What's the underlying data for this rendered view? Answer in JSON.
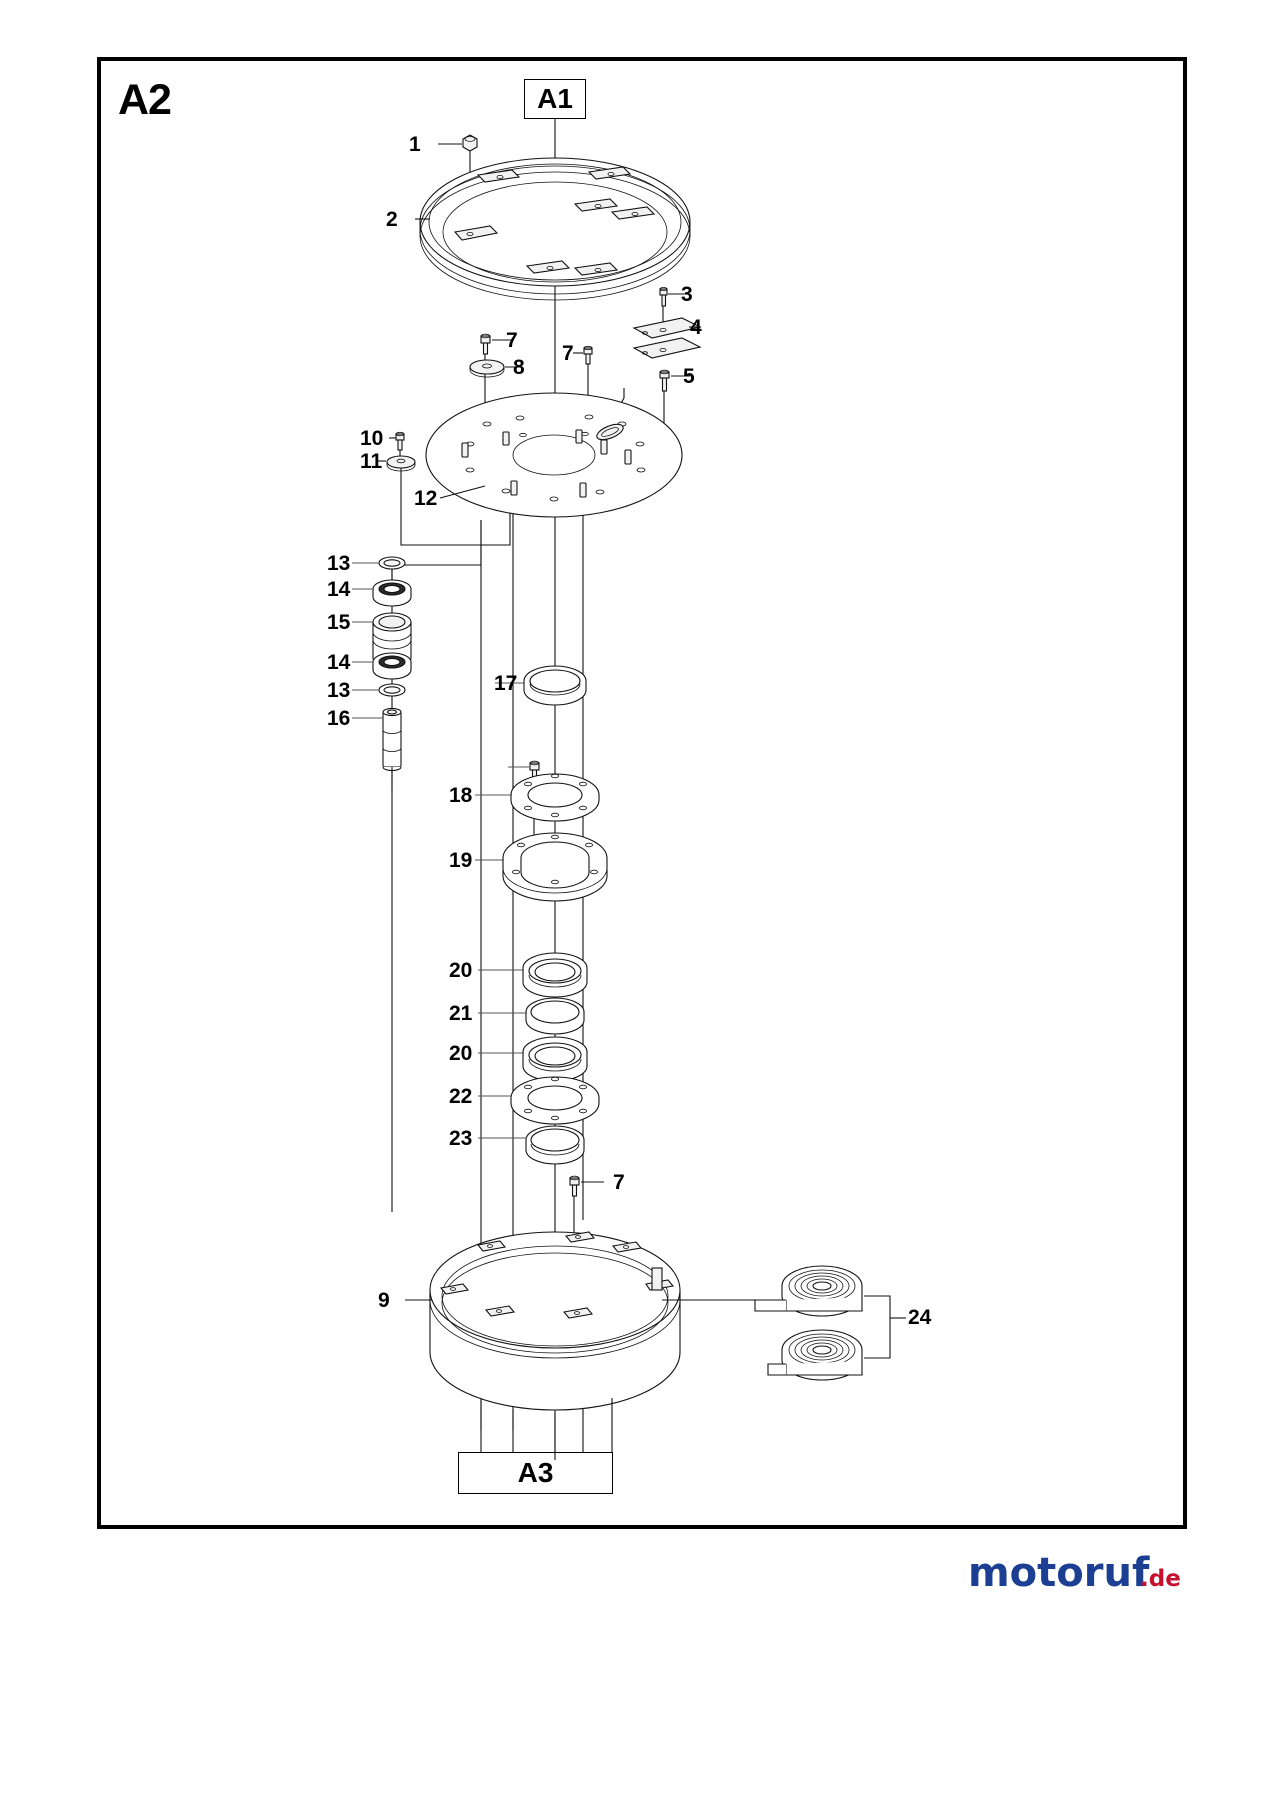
{
  "document": {
    "sheet_label": "A2",
    "reference_top": "A1",
    "reference_bottom": "A3",
    "watermark": {
      "name": "motoruf",
      "suffix": ".de",
      "name_color": "#1c3f94",
      "suffix_color": "#c8102e"
    }
  },
  "callouts": [
    {
      "id": "1",
      "label": "1",
      "part": "hex-nut"
    },
    {
      "id": "2",
      "label": "2",
      "part": "upper-guard-ring"
    },
    {
      "id": "3",
      "label": "3",
      "part": "screw"
    },
    {
      "id": "4",
      "label": "4",
      "part": "flat-plate"
    },
    {
      "id": "5",
      "label": "5",
      "part": "bolt"
    },
    {
      "id": "7a",
      "label": "7",
      "part": "bolt"
    },
    {
      "id": "8",
      "label": "8",
      "part": "washer"
    },
    {
      "id": "7b",
      "label": "7",
      "part": "bolt"
    },
    {
      "id": "10",
      "label": "10",
      "part": "bolt"
    },
    {
      "id": "11",
      "label": "11",
      "part": "washer"
    },
    {
      "id": "12",
      "label": "12",
      "part": "upper-plate"
    },
    {
      "id": "13a",
      "label": "13",
      "part": "circlip"
    },
    {
      "id": "14a",
      "label": "14",
      "part": "ball-bearing"
    },
    {
      "id": "15",
      "label": "15",
      "part": "bushing-sleeve"
    },
    {
      "id": "14b",
      "label": "14",
      "part": "ball-bearing"
    },
    {
      "id": "13b",
      "label": "13",
      "part": "circlip"
    },
    {
      "id": "16",
      "label": "16",
      "part": "shaft-spindle"
    },
    {
      "id": "17",
      "label": "17",
      "part": "seal-ring"
    },
    {
      "id": "18",
      "label": "18",
      "part": "flange-plate"
    },
    {
      "id": "19",
      "label": "19",
      "part": "bearing-housing"
    },
    {
      "id": "20a",
      "label": "20",
      "part": "tapered-bearing"
    },
    {
      "id": "21",
      "label": "21",
      "part": "spacer-ring"
    },
    {
      "id": "20b",
      "label": "20",
      "part": "tapered-bearing"
    },
    {
      "id": "22",
      "label": "22",
      "part": "flange-plate"
    },
    {
      "id": "23",
      "label": "23",
      "part": "seal-ring"
    },
    {
      "id": "7c",
      "label": "7",
      "part": "bolt"
    },
    {
      "id": "9",
      "label": "9",
      "part": "lower-drum-ring"
    },
    {
      "id": "24",
      "label": "24",
      "part": "coiled-strap"
    }
  ],
  "colors": {
    "line": "#111111",
    "fill_light": "#ffffff",
    "fill_mid": "#f2f2f2",
    "fill_dark": "#cfcfcf",
    "fill_black": "#2a2a2a",
    "frame": "#000000"
  }
}
